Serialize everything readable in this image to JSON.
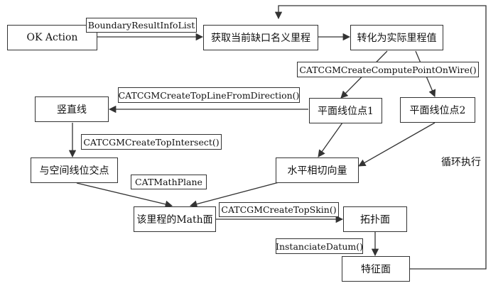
{
  "nodes": {
    "ok_action": "OK Action",
    "get_name_mileage": "获取当前缺口名义里程",
    "to_actual_mileage": "转化为实际里程值",
    "plane_line_point_1": "平面线位点1",
    "plane_line_point_2": "平面线位点2",
    "vertical_line": "竖直线",
    "intersect_spatial_line": "与空间线位交点",
    "horizontal_tangent": "水平相切向量",
    "math_plane_of_mileage": "该里程的Math面",
    "topology_surface": "拓扑面",
    "feature_surface": "特征面"
  },
  "labels": {
    "boundary_result_info_list": "BoundaryResultInfoList",
    "compute_point_on_wire": "CATCGMCreateComputePointOnWire()",
    "top_line_from_direction": "CATCGMCreateTopLineFromDirection()",
    "top_intersect": "CATCGMCreateTopIntersect()",
    "math_plane": "CATMathPlane",
    "top_skin": "CATCGMCreateTopSkin()",
    "instanciate_datum": "InstanciateDatum()",
    "loop_execute": "循环执行"
  },
  "colors": {
    "line": "#333333",
    "text": "#111111",
    "background": "#ffffff"
  }
}
